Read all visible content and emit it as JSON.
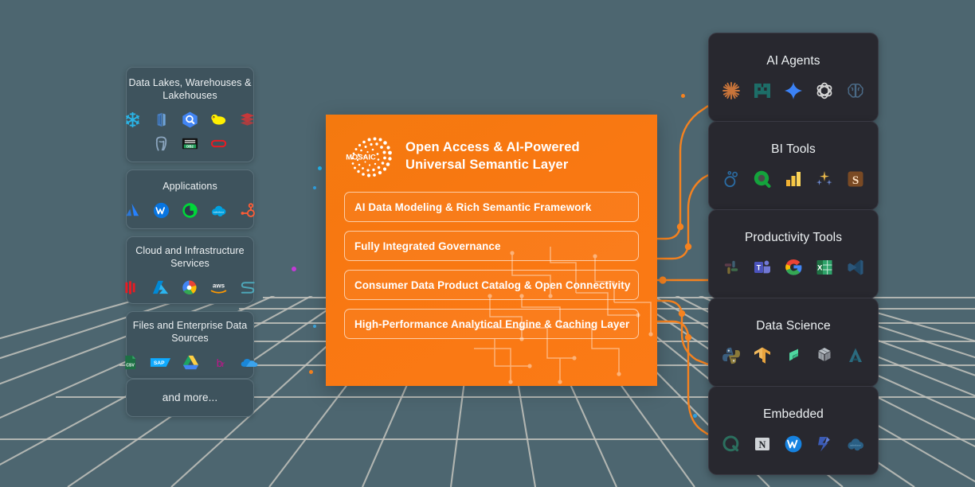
{
  "theme": {
    "background": "#4d6670",
    "panel_orange": "#f97812",
    "left_card_bg": "#3e535d",
    "right_card_bg": "#28282f",
    "connector": "#f5821f",
    "grid_line": "#c3c3bd",
    "text_light": "#edf1f3"
  },
  "center_panel": {
    "logo_text": "MOSAIC",
    "heading_line1": "Open Access & AI-Powered",
    "heading_line2": "Universal Semantic Layer",
    "features": [
      {
        "label": "AI Data Modeling & Rich Semantic Framework"
      },
      {
        "label": "Fully Integrated Governance"
      },
      {
        "label": "Consumer Data Product Catalog & Open Connectivity"
      },
      {
        "label": "High-Performance Analytical Engine & Caching Layer"
      }
    ]
  },
  "sources": [
    {
      "title": "Data Lakes, Warehouses & Lakehouses",
      "rows": [
        [
          "snowflake-icon",
          "databricks-icon",
          "bigquery-icon",
          "duckdb-icon",
          "redshift-icon"
        ],
        [
          "postgresql-icon",
          "db2-icon",
          "oracle-icon"
        ]
      ]
    },
    {
      "title": "Applications",
      "rows": [
        [
          "atlassian-icon",
          "workday-icon",
          "sage-icon",
          "salesforce-icon",
          "hubspot-icon"
        ]
      ]
    },
    {
      "title": "Cloud and Infrastructure Services",
      "rows": [
        [
          "oracle-cloud-icon",
          "azure-icon",
          "google-cloud-icon",
          "aws-icon",
          "starburst-icon"
        ]
      ]
    },
    {
      "title": "Files and Enterprise Data Sources",
      "rows": [
        [
          "csv-icon",
          "sap-icon",
          "google-drive-icon",
          "box-icon",
          "onedrive-icon"
        ]
      ]
    },
    {
      "title": "and more...",
      "rows": []
    }
  ],
  "consumers": [
    {
      "title": "AI Agents",
      "icons": [
        "claude-icon",
        "mistral-icon",
        "gemini-icon",
        "openai-icon",
        "brain-icon"
      ]
    },
    {
      "title": "BI Tools",
      "icons": [
        "tableau-icon",
        "qlik-icon",
        "powerbi-icon",
        "excel-sparkle-icon",
        "sigma-icon"
      ]
    },
    {
      "title": "Productivity Tools",
      "icons": [
        "slack-icon",
        "teams-icon",
        "google-icon",
        "excel-icon",
        "vscode-icon"
      ]
    },
    {
      "title": "Data Science",
      "icons": [
        "python-icon",
        "tensorflow-icon",
        "jupyter-icon",
        "numpy-icon",
        "anaconda-icon"
      ]
    },
    {
      "title": "Embedded",
      "icons": [
        "qlik-embed-icon",
        "netsuite-icon",
        "workday-embed-icon",
        "powerapps-icon",
        "salesforce-embed-icon"
      ]
    }
  ]
}
